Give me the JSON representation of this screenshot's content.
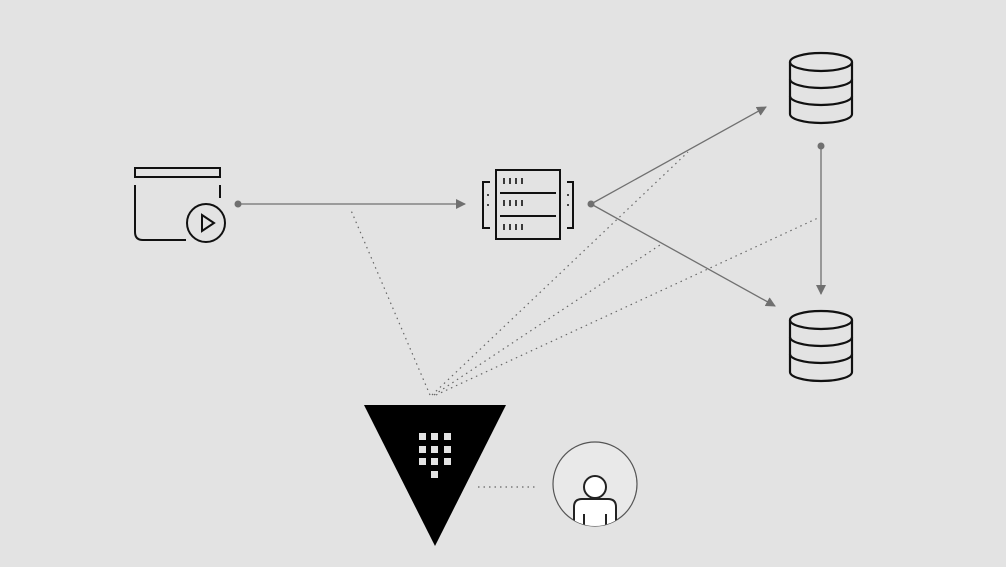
{
  "diagram": {
    "background": "#e3e3e3",
    "line_color": "#707070",
    "icon_color": "#111111",
    "nodes": [
      {
        "id": "application",
        "icon": "application-play-icon"
      },
      {
        "id": "server",
        "icon": "server-rack-icon"
      },
      {
        "id": "database-primary",
        "icon": "database-icon"
      },
      {
        "id": "database-secondary",
        "icon": "database-icon"
      },
      {
        "id": "vault",
        "icon": "vault-triangle-logo"
      },
      {
        "id": "user",
        "icon": "user-avatar-icon"
      }
    ],
    "edges": [
      {
        "from": "application",
        "to": "server",
        "style": "solid-arrow"
      },
      {
        "from": "server",
        "to": "database-primary",
        "style": "solid-arrow"
      },
      {
        "from": "server",
        "to": "database-secondary",
        "style": "solid-arrow"
      },
      {
        "from": "database-primary",
        "to": "database-secondary",
        "style": "solid-arrow"
      },
      {
        "from": "vault",
        "to": "application",
        "style": "dotted"
      },
      {
        "from": "vault",
        "to": "server",
        "style": "dotted"
      },
      {
        "from": "vault",
        "to": "database-primary",
        "style": "dotted"
      },
      {
        "from": "vault",
        "to": "database-secondary",
        "style": "dotted"
      },
      {
        "from": "vault",
        "to": "user",
        "style": "dotted"
      }
    ]
  }
}
